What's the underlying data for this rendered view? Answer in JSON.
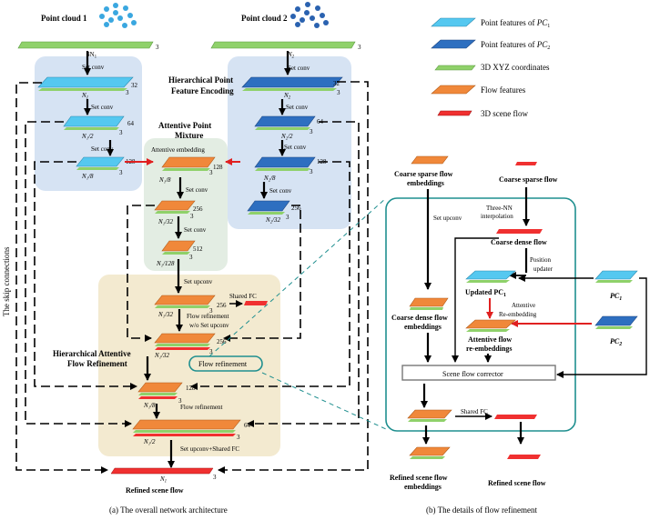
{
  "left": {
    "pc1_label": "Point cloud 1",
    "pc2_label": "Point cloud 2",
    "dim3": "3",
    "n1_4": "4N",
    "n1_4_sub": "1",
    "n2": "N",
    "n2_sub": "2",
    "set_conv": "Set conv",
    "n1": "N",
    "n1_sub": "1",
    "d32": "32",
    "d64": "64",
    "d128": "128",
    "d256": "256",
    "d512": "512",
    "n1_2": "N₁/2",
    "n1_8": "N₁/8",
    "n2_2": "N₂/2",
    "n2_8": "N₂/8",
    "n2_32": "N₂/32",
    "n1_32": "N₁/32",
    "n1_128": "N₁/128",
    "hpfe_title_1": "Hierarchical Point",
    "hpfe_title_2": "Feature Encoding",
    "apm_title_1": "Attentive Point",
    "apm_title_2": "Mixture",
    "attentive_embedding": "Attentive embedding",
    "set_upconv": "Set upconv",
    "shared_fc": "Shared FC",
    "flow_ref_wo_1": "Flow refinement",
    "flow_ref_wo_2": "w/o Set upconv",
    "hafr_title_1": "Hierarchical Attentive",
    "hafr_title_2": "Flow Refinement",
    "flow_refinement": "Flow refinement",
    "set_upconv_fc": "Set upconv+Shared FC",
    "refined_scene_flow": "Refined scene flow",
    "skip_connections": "The skip connections",
    "caption": "(a)   The overall network architecture"
  },
  "legend": {
    "items": [
      {
        "text": "Point features of ",
        "math": "PC",
        "sub": "1"
      },
      {
        "text": "Point features of ",
        "math": "PC",
        "sub": "2"
      },
      {
        "text": "3D XYZ coordinates",
        "math": "",
        "sub": ""
      },
      {
        "text": "Flow features",
        "math": "",
        "sub": ""
      },
      {
        "text": "3D scene flow",
        "math": "",
        "sub": ""
      }
    ]
  },
  "right": {
    "coarse_sparse_emb_1": "Coarse sparse flow",
    "coarse_sparse_emb_2": "embeddings",
    "coarse_sparse_flow": "Coarse sparse flow",
    "set_upconv": "Set upconv",
    "three_nn_1": "Three-NN",
    "three_nn_2": "interpolation",
    "coarse_dense_flow": "Coarse dense flow",
    "position_1": "Position",
    "position_2": "updater",
    "updated_pc1": "Updated PC",
    "updated_pc1_sub": "1",
    "pc1": "PC",
    "pc1_sub": "1",
    "pc2": "PC",
    "pc2_sub": "2",
    "coarse_dense_emb_1": "Coarse dense flow",
    "coarse_dense_emb_2": "embeddings",
    "attentive_1": "Attentive",
    "attentive_2": "Re-embedding",
    "attentive_flow_1": "Attentive flow",
    "attentive_flow_2": "re-embeddings",
    "corrector": "Scene flow corrector",
    "shared_fc": "Shared FC",
    "refined_emb_1": "Refined scene flow",
    "refined_emb_2": "embeddings",
    "refined_flow": "Refined scene flow",
    "caption": "(b)   The details of flow refinement"
  },
  "colors": {
    "pc1": "#55c8f0",
    "pc2": "#2e6fc0",
    "xyz": "#8fd16a",
    "flow": "#f0883a",
    "scene": "#f03030",
    "hpfe_bg": "#d6e3f3",
    "apm_bg": "#e3ede3",
    "hafr_bg": "#f3ead0",
    "teal": "#1f8f8f"
  }
}
